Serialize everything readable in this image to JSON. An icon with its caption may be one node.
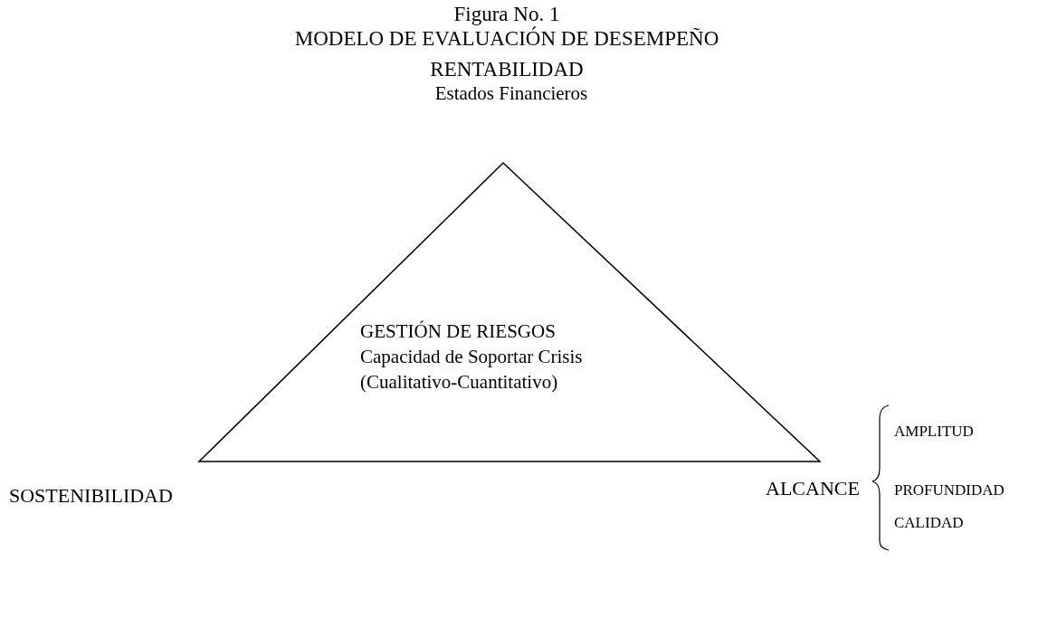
{
  "diagram": {
    "title": "MODELO DE EVALUACIÓN DE DESEMPEÑO",
    "nodes": [
      {
        "text": [
          "GESTIÓN DE RIESGOS",
          "Capacidad de Soportar Crisis",
          "(Cualitativo-Cuantitativo)"
        ]
      }
    ],
    "labels": [
      "Figura No. 1",
      "RENTABILIDAD",
      "Estados Financieros",
      "AMPLITUD",
      "ALCANCE",
      "PROFUNDIDAD",
      "SOSTENIBILIDAD",
      "CALIDAD"
    ]
  }
}
